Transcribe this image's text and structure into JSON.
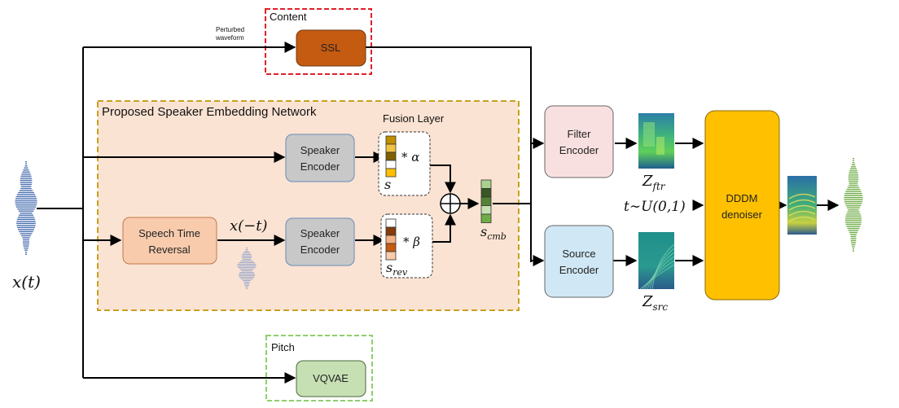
{
  "content_region": {
    "label": "Content"
  },
  "pitch_region": {
    "label": "Pitch"
  },
  "proposed_region": {
    "label": "Proposed Speaker Embedding Network"
  },
  "fusion": {
    "label": "Fusion Layer"
  },
  "perturbed": {
    "line1": "Perturbed",
    "line2": "waveform"
  },
  "blocks": {
    "ssl": "SSL",
    "vqvae": "VQVAE",
    "speaker_encoder_top": {
      "line1": "Speaker",
      "line2": "Encoder"
    },
    "speaker_encoder_bottom": {
      "line1": "Speaker",
      "line2": "Encoder"
    },
    "speech_time_reversal": {
      "line1": "Speech Time",
      "line2": "Reversal"
    },
    "filter_encoder": {
      "line1": "Filter",
      "line2": "Encoder"
    },
    "source_encoder": {
      "line1": "Source",
      "line2": "Encoder"
    },
    "dddm_denoiser": {
      "line1": "DDDM",
      "line2": "denoiser"
    }
  },
  "math": {
    "x_t": "x(t)",
    "x_neg_t": "x(−t)",
    "s": "s",
    "s_rev_base": "s",
    "s_rev_sub": "rev",
    "s_cmb_base": "s",
    "s_cmb_sub": "cmb",
    "alpha_expr": "*  α",
    "beta_expr": "*  β",
    "z_ftr_base": "Z",
    "z_ftr_sub": "ftr",
    "z_src_base": "Z",
    "z_src_sub": "src",
    "t_dist": "t∼U(0,1)",
    "oplus": "⊕"
  },
  "colors": {
    "content_border": "#e0202a",
    "pitch_border": "#8fcf6a",
    "proposed_border": "#c9a020",
    "proposed_fill": "#fbe3d3",
    "ssl_fill": "#c55a11",
    "vqvae_fill": "#c6e0b4",
    "speaker_encoder_fill": "#c8c8c8",
    "time_reversal_fill": "#f8cbad",
    "filter_encoder_fill": "#f9e0e0",
    "source_encoder_fill": "#d0e8f5",
    "dddm_fill": "#ffc000",
    "wave_input": "#4a6fb0",
    "wave_reversed": "#9aaacc",
    "wave_output": "#70ad47",
    "embed_s": [
      "#bf8f00",
      "#f2c140",
      "#7f6000",
      "#ffffff",
      "#ffc000"
    ],
    "embed_s_rev": [
      "#ffffff",
      "#843c0c",
      "#f4b183",
      "#c55a11",
      "#f8cbad"
    ],
    "embed_s_cmb": [
      "#a9d18e",
      "#385723",
      "#548235",
      "#c6e0b4",
      "#70ad47"
    ]
  },
  "icons": {
    "input_waveform": "waveform-icon",
    "reversed_waveform": "waveform-icon",
    "output_waveform": "waveform-icon",
    "filter_spectrogram": "spectrogram-icon",
    "source_spectrogram": "spectrogram-icon",
    "output_spectrogram": "spectrogram-icon"
  }
}
